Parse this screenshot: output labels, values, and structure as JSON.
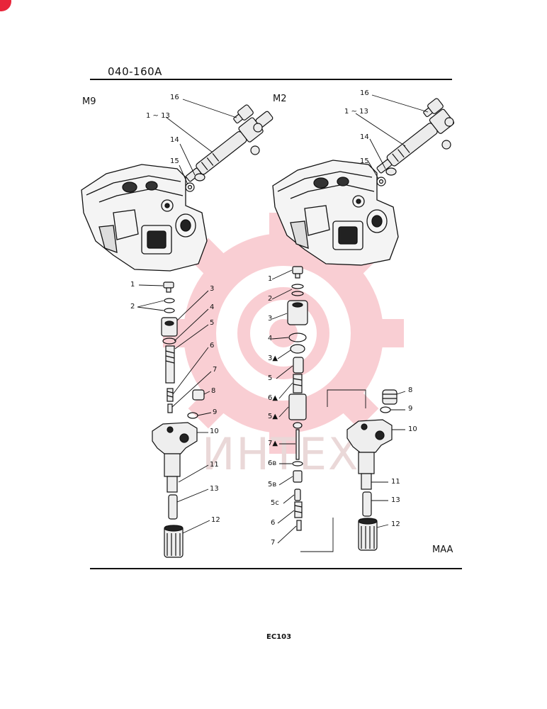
{
  "header": {
    "page_code": "040-160A"
  },
  "variants": {
    "m9": "M9",
    "m2": "M2",
    "maa": "MAA"
  },
  "footer": {
    "code": "EC103"
  },
  "watermark": {
    "text": "ИНТЕХ",
    "color": "#e8253a"
  },
  "callouts": {
    "m9_head": [
      "16",
      "1 ~ 13",
      "14",
      "15"
    ],
    "m2_head": [
      "16",
      "1 ~ 13",
      "14",
      "15"
    ],
    "m9_parts": [
      "1",
      "2",
      "3",
      "4",
      "5",
      "6",
      "7",
      "8",
      "9",
      "10",
      "11",
      "13",
      "12"
    ],
    "m2_parts": [
      "1",
      "2",
      "3",
      "4",
      "3▲",
      "5",
      "6▲",
      "5▲",
      "7▲",
      "6ʙ",
      "5ʙ",
      "5c",
      "6",
      "7"
    ],
    "maa_parts": [
      "8",
      "9",
      "10",
      "11",
      "13",
      "12"
    ]
  }
}
